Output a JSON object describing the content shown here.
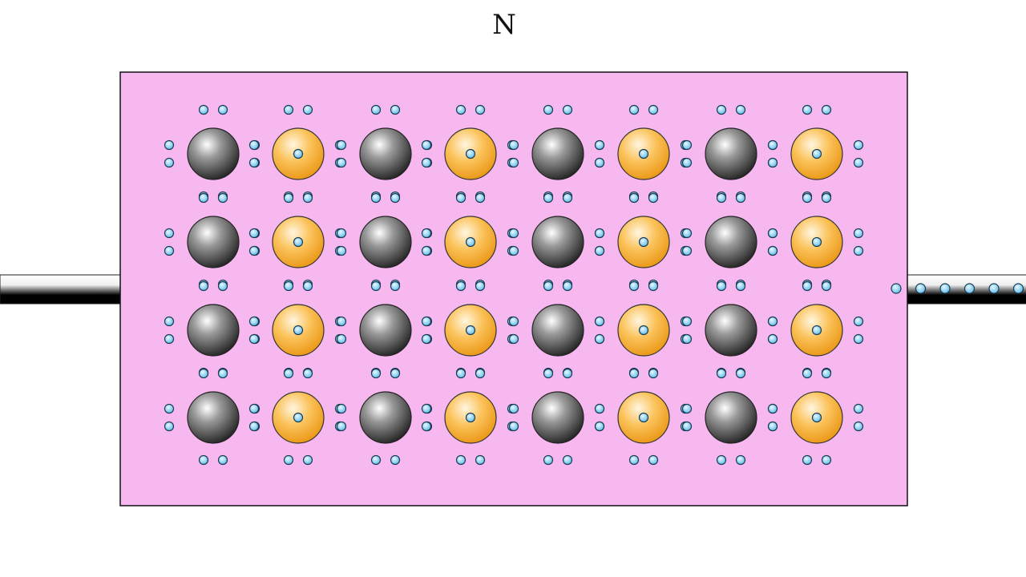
{
  "diagram": {
    "title": "N",
    "lattice": {
      "rows": 4,
      "columns": 8,
      "column_pattern": [
        "neutral-atom",
        "donor-ion",
        "neutral-atom",
        "donor-ion",
        "neutral-atom",
        "donor-ion",
        "neutral-atom",
        "donor-ion"
      ]
    },
    "wire_electron_count": 6,
    "colors": {
      "slab_fill": "#F7B8F0",
      "slab_border": "#111111",
      "neutral_atom": "#4a4a4a",
      "donor_ion": "#F5A623",
      "electron": "#6EC6F0",
      "wire": "#000000"
    }
  }
}
